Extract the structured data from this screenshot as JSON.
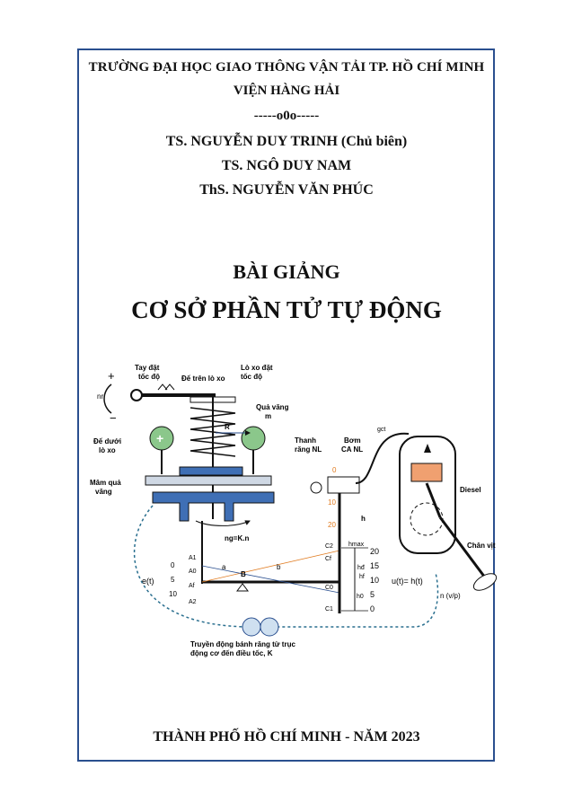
{
  "header": {
    "university": "TRƯỜNG ĐẠI HỌC GIAO THÔNG VẬN TẢI TP. HỒ CHÍ MINH",
    "institute": "VIỆN HÀNG HẢI",
    "separator": "-----o0o-----"
  },
  "authors": [
    "TS. NGUYỄN DUY TRINH (Chủ biên)",
    "TS. NGÔ DUY NAM",
    "ThS. NGUYỄN VĂN PHÚC"
  ],
  "title": {
    "kind": "BÀI GIẢNG",
    "name": "CƠ SỞ PHẦN TỬ TỰ ĐỘNG"
  },
  "figure": {
    "labels": {
      "handle": [
        "Tay đặt",
        "tốc độ"
      ],
      "upper_seat": "Đế trên lò xo",
      "speed_spring": [
        "Lò xo đặt",
        "tốc độ"
      ],
      "flyweight": [
        "Quả văng",
        "m"
      ],
      "lower_seat": [
        "Đế dưới",
        "lò xo"
      ],
      "flyweight_plate": [
        "Mâm quả",
        "văng"
      ],
      "rack": [
        "Thanh",
        "răng NL"
      ],
      "pump": [
        "Bơm",
        "CA NL"
      ],
      "diesel": "Diesel",
      "propeller": "Chân vịt",
      "gear_note": [
        "Truyền động bánh răng từ trục",
        "động cơ đến điều tốc, K"
      ],
      "nr": "nr",
      "R": "R",
      "ng": "ng=K.n",
      "gct": "gct",
      "et": "e(t)",
      "ut": "u(t)= h(t)",
      "n_vp": "n (v/p)",
      "a": "a",
      "b": "b",
      "B": "B",
      "h": "h",
      "hmax": "hmax",
      "hd": "hđ",
      "hf": "hf",
      "h0": "h0",
      "A1": "A1",
      "A0": "A0",
      "Af": "Af",
      "A2": "A2",
      "C2": "C2",
      "Cf": "Cf",
      "C0": "C0",
      "C1": "C1",
      "plus": "+",
      "minus": "−"
    },
    "left_scale": [
      "0",
      "5",
      "10"
    ],
    "right_scale": [
      "20",
      "15",
      "10",
      "5",
      "0"
    ],
    "rack_scale": [
      "0",
      "10",
      "20"
    ]
  },
  "footer": "THÀNH PHỐ HỒ CHÍ MINH - NĂM 2023",
  "colors": {
    "frame": "#2a4f8f",
    "plate": "#3f6fb5",
    "flyweight": "#8bc78b",
    "diesel_head": "#f0a070",
    "scale_orange": "#e07b20"
  }
}
